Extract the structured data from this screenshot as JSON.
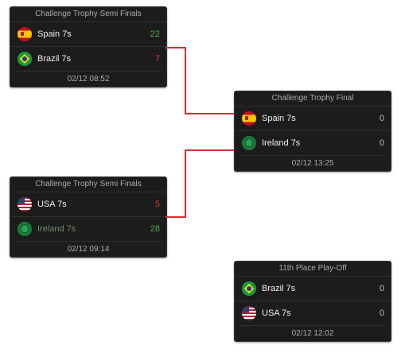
{
  "matches": [
    {
      "title": "Challenge Trophy Semi Finals",
      "teams": [
        {
          "name": "Spain 7s",
          "score": "22",
          "flag": "spain-flag-icon"
        },
        {
          "name": "Brazil 7s",
          "score": "7",
          "flag": "brazil-flag-icon"
        }
      ],
      "datetime": "02/12 08:52"
    },
    {
      "title": "Challenge Trophy Final",
      "teams": [
        {
          "name": "Spain 7s",
          "score": "0",
          "flag": "spain-flag-icon"
        },
        {
          "name": "Ireland 7s",
          "score": "0",
          "flag": "ireland-flag-icon"
        }
      ],
      "datetime": "02/12 13:25"
    },
    {
      "title": "Challenge Trophy Semi Finals",
      "teams": [
        {
          "name": "USA 7s",
          "score": "5",
          "flag": "usa-flag-icon"
        },
        {
          "name": "Ireland 7s",
          "score": "28",
          "flag": "ireland-flag-icon"
        }
      ],
      "datetime": "02/12 09:14"
    },
    {
      "title": "11th Place Play-Off",
      "teams": [
        {
          "name": "Brazil 7s",
          "score": "0",
          "flag": "brazil-flag-icon"
        },
        {
          "name": "USA 7s",
          "score": "0",
          "flag": "usa-flag-icon"
        }
      ],
      "datetime": "02/12 12:02"
    }
  ],
  "colors": {
    "win_score": "#4caf50",
    "lose_score": "#e53935",
    "connector": "#d32f2f",
    "card_bg": "#1c1c1c"
  }
}
